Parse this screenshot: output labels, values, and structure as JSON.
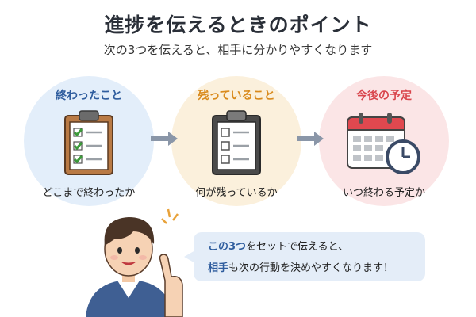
{
  "title": "進捗を伝えるときのポイント",
  "subtitle": "次の3つを伝えると、相手に分かりやすくなります",
  "points": [
    {
      "label": "終わったこと",
      "caption": "どこまで終わったか",
      "icon": "checked-clipboard-icon",
      "color": "#2f5d9e"
    },
    {
      "label": "残っていること",
      "caption": "何が残っているか",
      "icon": "unchecked-clipboard-icon",
      "color": "#d98a1c"
    },
    {
      "label": "今後の予定",
      "caption": "いつ終わる予定か",
      "icon": "calendar-clock-icon",
      "color": "#d9454c"
    }
  ],
  "bubble": {
    "line1_highlight": "この3つ",
    "line1_rest": "をセットで伝えると、",
    "line2_highlight": "相手",
    "line2_rest": "も次の行動を決めやすくなります！"
  },
  "character": "pointing-person-icon"
}
